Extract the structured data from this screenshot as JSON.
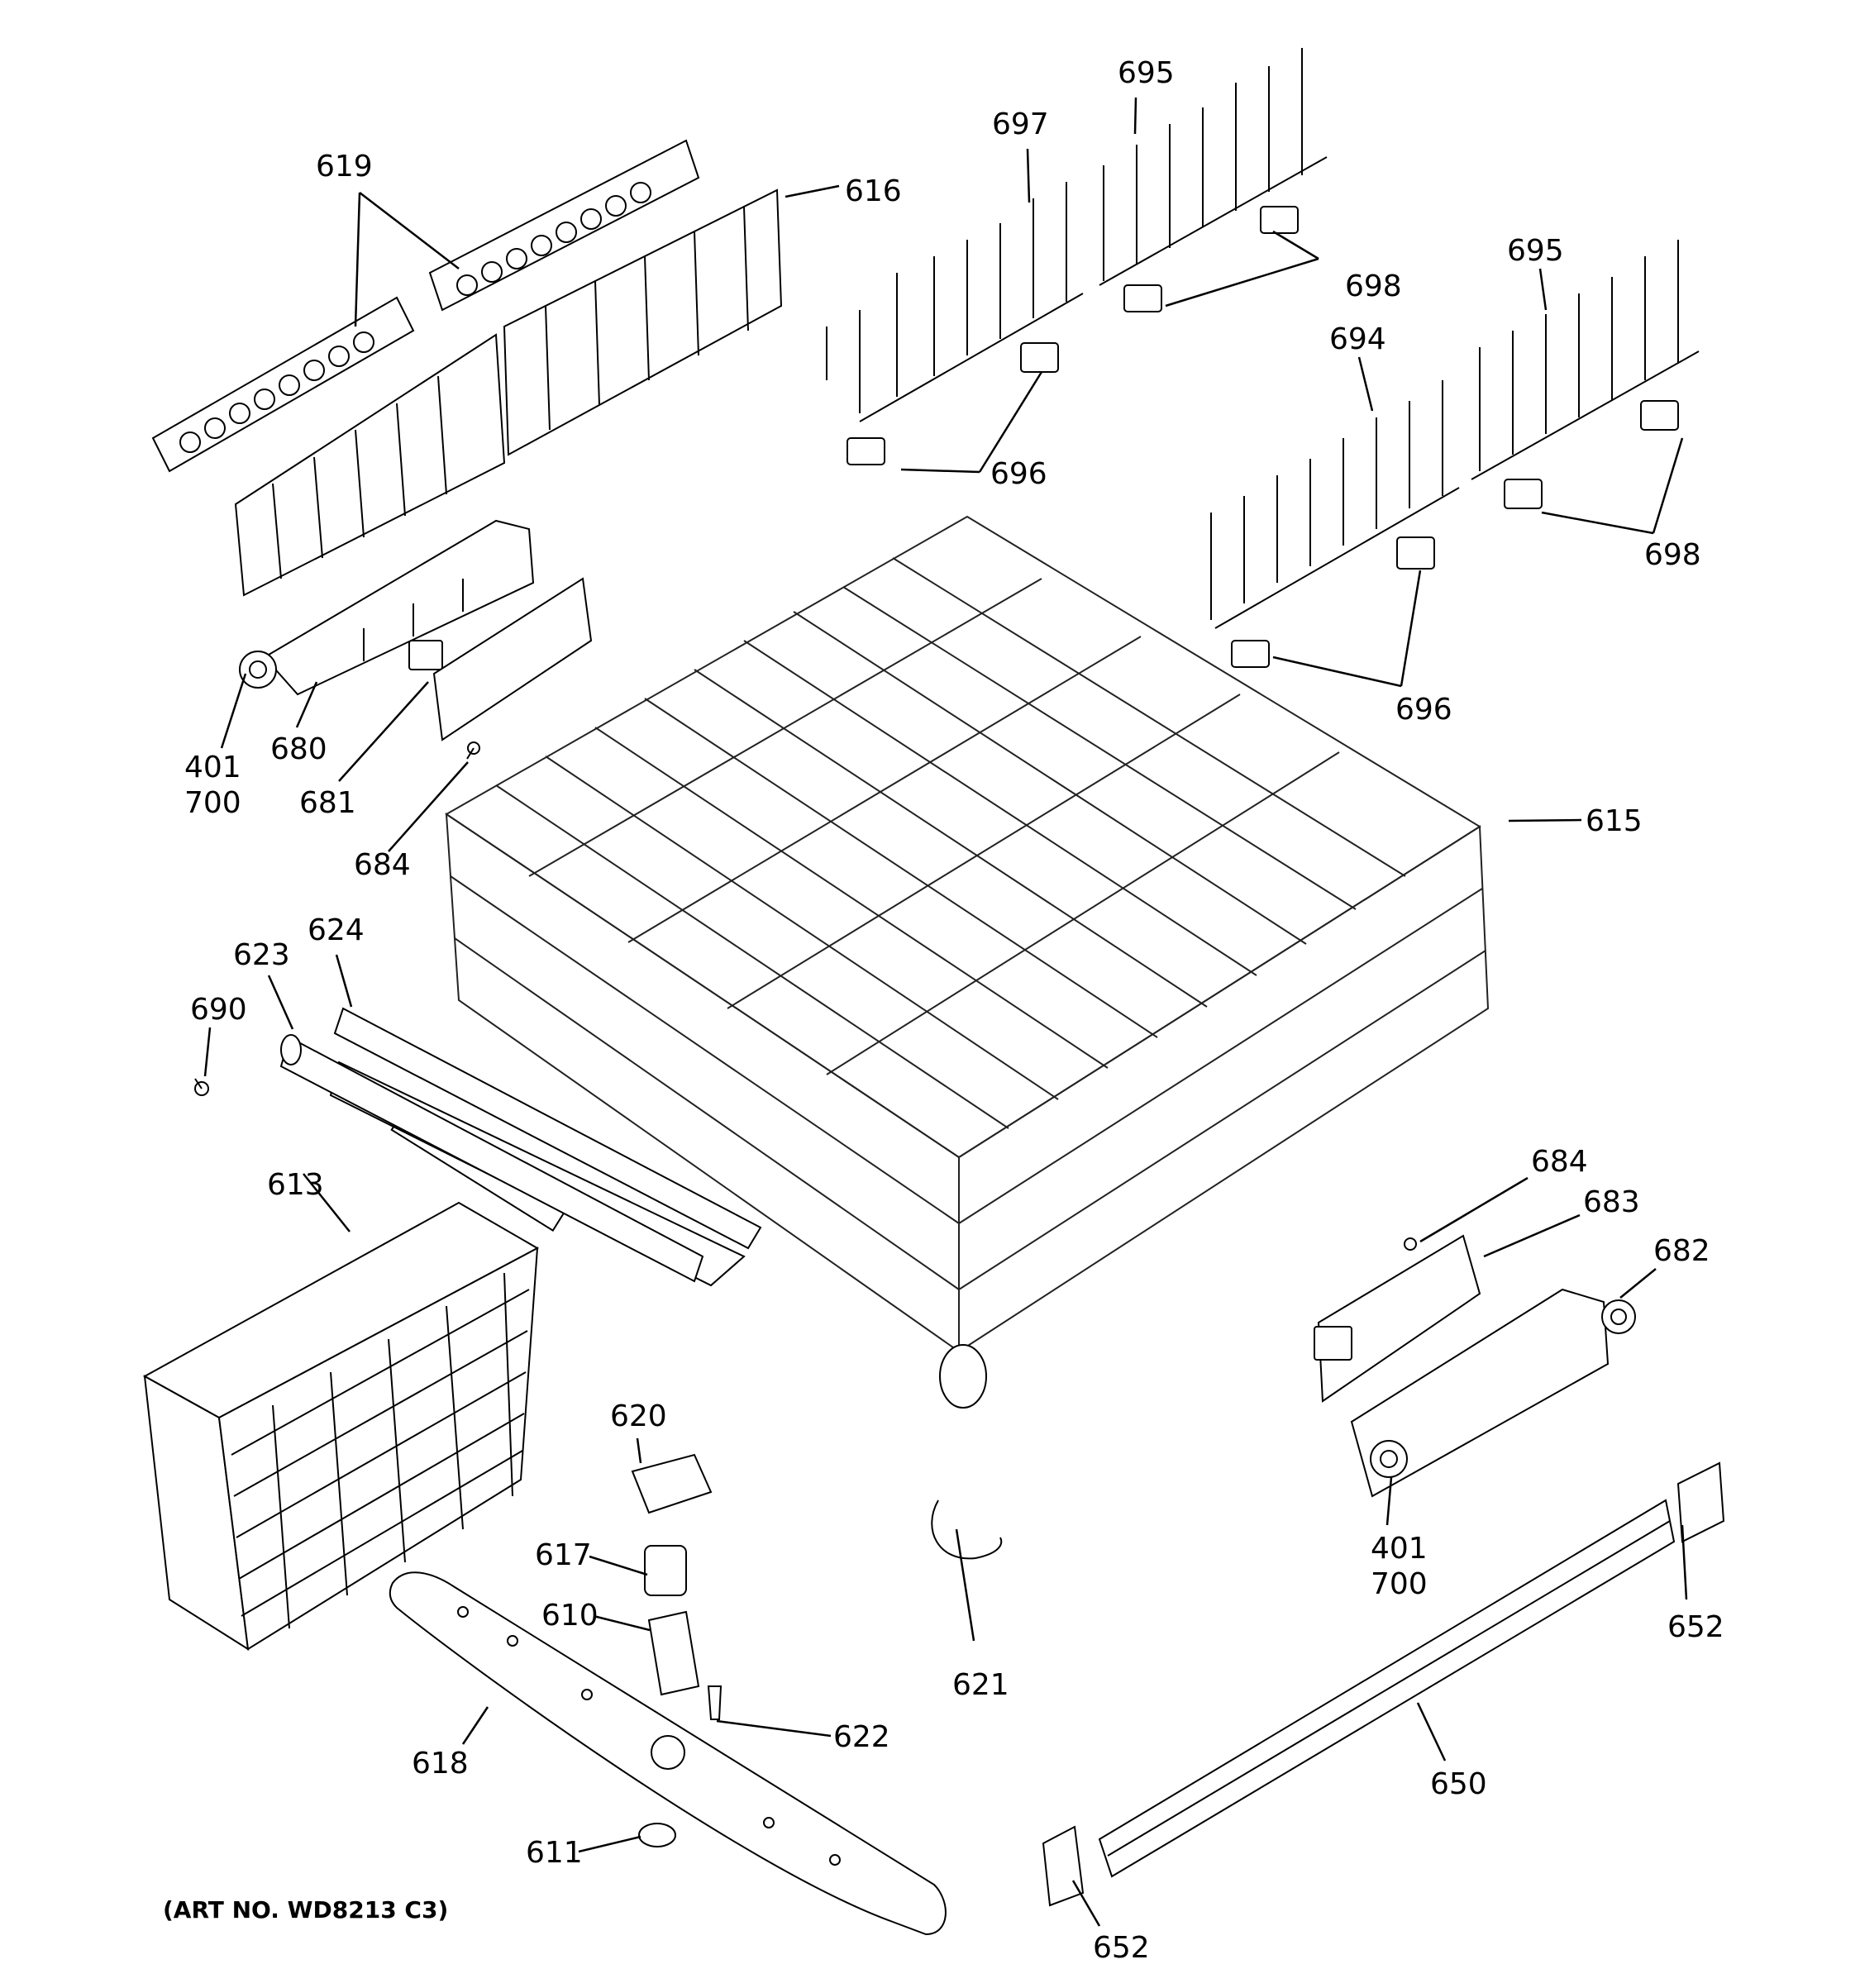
{
  "diagram": {
    "art_no": "(ART NO. WD8213 C3)",
    "labels": {
      "l619": "619",
      "l616": "616",
      "l697": "697",
      "l695a": "695",
      "l698a": "698",
      "l695b": "695",
      "l694": "694",
      "l696a": "696",
      "l698b": "698",
      "l696b": "696",
      "l401a": "401",
      "l700a": "700",
      "l680": "680",
      "l681": "681",
      "l684a": "684",
      "l615": "615",
      "l624": "624",
      "l623": "623",
      "l690": "690",
      "l613": "613",
      "l684b": "684",
      "l683": "683",
      "l682": "682",
      "l620": "620",
      "l617": "617",
      "l610": "610",
      "l621": "621",
      "l622": "622",
      "l618": "618",
      "l611": "611",
      "l401b": "401",
      "l700b": "700",
      "l652a": "652",
      "l650": "650",
      "l652b": "652"
    }
  }
}
